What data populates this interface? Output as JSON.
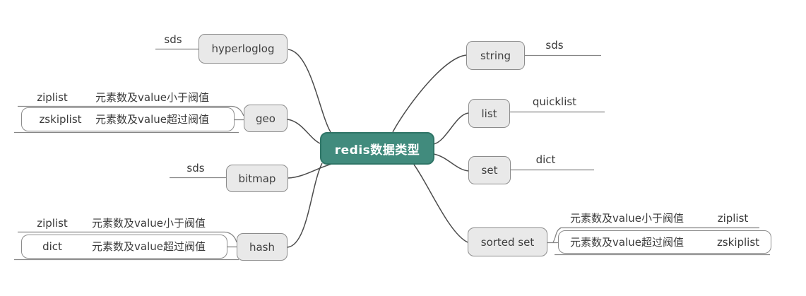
{
  "colors": {
    "background": "#ffffff",
    "root_fill": "#418b7d",
    "root_border": "#2f7567",
    "root_text": "#ffffff",
    "node_fill": "#e9e9e9",
    "node_border": "#8c8c8c",
    "node_text": "#3f3f3f",
    "connector": "#4c4c4c",
    "branch_line": "#858585"
  },
  "root": {
    "label": "redis数据类型"
  },
  "left": {
    "hyperloglog": {
      "label": "hyperloglog",
      "leaf": "sds"
    },
    "geo": {
      "label": "geo",
      "below_threshold": {
        "condition": "元素数及value小于阀值",
        "impl": "ziplist"
      },
      "above_threshold": {
        "condition": "元素数及value超过阀值",
        "impl": "zskiplist"
      }
    },
    "bitmap": {
      "label": "bitmap",
      "leaf": "sds"
    },
    "hash": {
      "label": "hash",
      "below_threshold": {
        "condition": "元素数及value小于阀值",
        "impl": "ziplist"
      },
      "above_threshold": {
        "condition": "元素数及value超过阀值",
        "impl": "dict"
      }
    }
  },
  "right": {
    "string": {
      "label": "string",
      "leaf": "sds"
    },
    "list": {
      "label": "list",
      "leaf": "quicklist"
    },
    "set": {
      "label": "set",
      "leaf": "dict"
    },
    "sorted_set": {
      "label": "sorted set",
      "below_threshold": {
        "condition": "元素数及value小于阀值",
        "impl": "ziplist"
      },
      "above_threshold": {
        "condition": "元素数及value超过阀值",
        "impl": "zskiplist"
      }
    }
  }
}
